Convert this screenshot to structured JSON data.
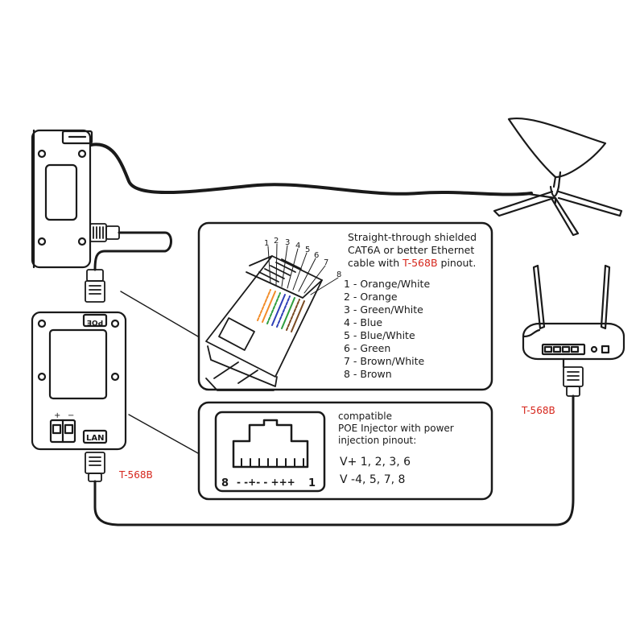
{
  "pinout_box": {
    "intro_line1": "Straight-through shielded",
    "intro_line2": "CAT6A or better Ethernet",
    "intro_line3_prefix": "cable with ",
    "intro_line3_highlight": "T-568B",
    "intro_line3_suffix": " pinout.",
    "pins": [
      "1 - Orange/White",
      "2 - Orange",
      "3 - Green/White",
      "4 - Blue",
      "5 - Blue/White",
      "6 - Green",
      "7 - Brown/White",
      "8 - Brown"
    ],
    "pin_numbers": [
      "1",
      "2",
      "3",
      "4",
      "5",
      "6",
      "7",
      "8"
    ]
  },
  "poe_box": {
    "line1": "compatible",
    "line2": "POE Injector with power",
    "line3": "injection pinout:",
    "v_plus": "V+ 1, 2, 3, 6",
    "v_minus": "V -4, 5, 7, 8",
    "jack_left": "8",
    "jack_signs": "- -+- - +++",
    "jack_right": "1"
  },
  "injector": {
    "poe_label": "POE",
    "lan_label": "LAN",
    "terminal_plus": "+",
    "terminal_minus": "−"
  },
  "labels": {
    "t568b_left": "T-568B",
    "t568b_right": "T-568B"
  },
  "colors": {
    "accent_red": "#d6261c",
    "wire_orange": "#f28c28",
    "wire_green": "#2e9e3e",
    "wire_blue": "#2d3fb8",
    "wire_brown": "#7a4a22"
  }
}
